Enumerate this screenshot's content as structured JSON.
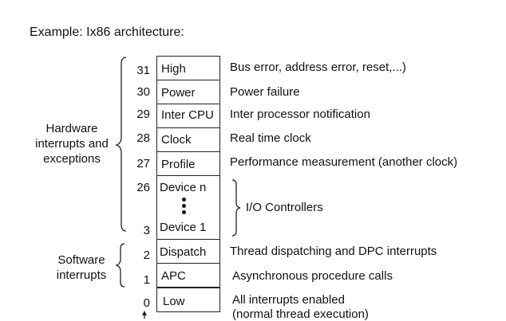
{
  "title": "Example: Ix86 architecture:",
  "groups": {
    "hardware": "Hardware\ninterrupts and\nexceptions",
    "software": "Software\ninterrupts"
  },
  "levels": [
    {
      "num": "31",
      "label": "High",
      "desc": "Bus error, address error, reset,...)"
    },
    {
      "num": "30",
      "label": "Power",
      "desc": "Power failure"
    },
    {
      "num": "29",
      "label": "Inter CPU",
      "desc": "Inter processor notification"
    },
    {
      "num": "28",
      "label": "Clock",
      "desc": "Real time clock"
    },
    {
      "num": "27",
      "label": "Profile",
      "desc": "Performance measurement (another clock)"
    },
    {
      "num": "26",
      "label": "Device n",
      "num_bottom": "3",
      "label_bottom": "Device 1",
      "desc": "I/O Controllers"
    },
    {
      "num": "2",
      "label": "Dispatch",
      "desc": "Thread dispatching and DPC interrupts"
    },
    {
      "num": "1",
      "label": "APC",
      "desc": "Asynchronous procedure calls"
    },
    {
      "num": "0",
      "label": "Low",
      "desc": "All interrupts enabled",
      "desc2": "(normal thread execution)"
    }
  ]
}
